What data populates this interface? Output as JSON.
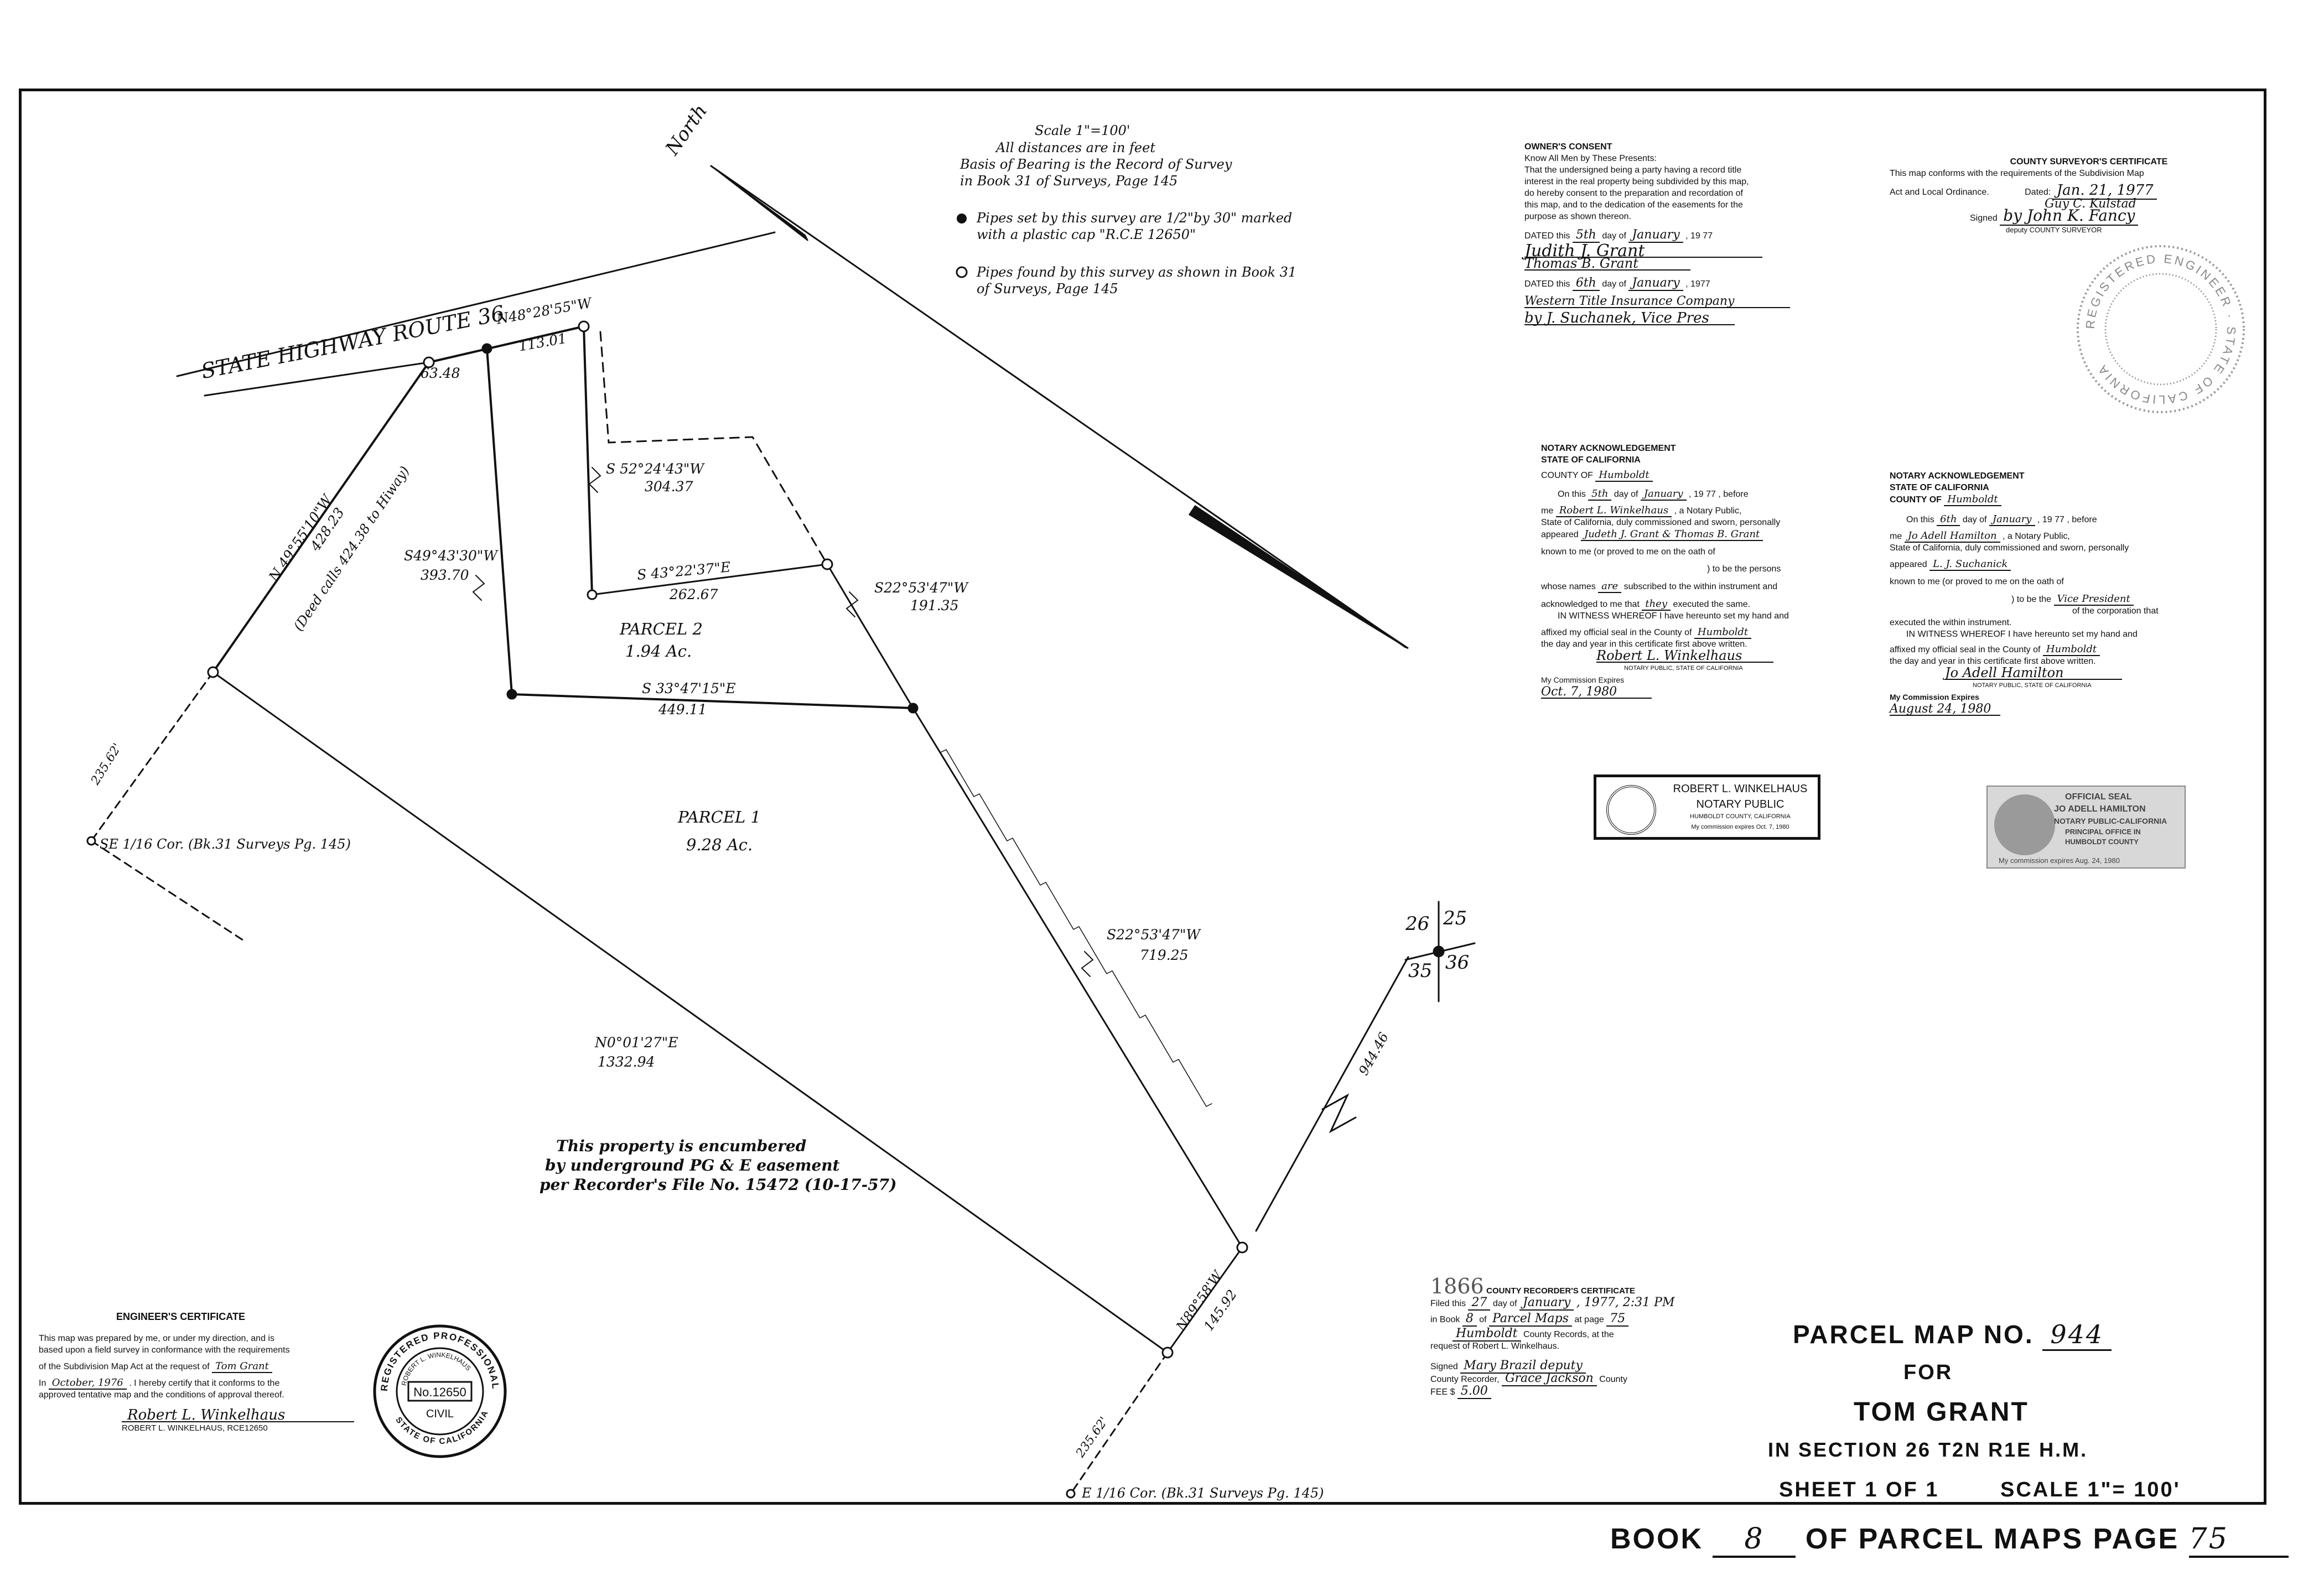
{
  "notes": {
    "scale": "Scale 1\"=100'",
    "distances": "All distances are in feet",
    "basis1": "Basis of Bearing is the Record of Survey",
    "basis2": "in Book 31 of Surveys, Page 145",
    "pipes_set1": "Pipes set by this survey are 1/2\"by 30\" marked",
    "pipes_set2": "with a plastic cap \"R.C.E 12650\"",
    "pipes_found1": "Pipes found by this survey as shown in Book 31",
    "pipes_found2": "of Surveys, Page 145",
    "north": "North"
  },
  "map": {
    "highway": "STATE HIGHWAY ROUTE 36",
    "b_n48": "N48°28'55\"W",
    "d_11301": "113.01",
    "d_6348": "63.48",
    "b_n4955": "N 49°55'10\"W",
    "d_42823": "428.23",
    "deed_calls": "(Deed calls 424.38 to Hiway)",
    "b_s5224": "S 52°24'43\"W",
    "d_30437": "304.37",
    "b_s4943": "S49°43'30\"W",
    "d_39370": "393.70",
    "b_s4322": "S 43°22'37\"E",
    "d_26267": "262.67",
    "b_s2253a": "S22°53'47\"W",
    "d_19135": "191.35",
    "parcel2_name": "PARCEL 2",
    "parcel2_area": "1.94 Ac.",
    "b_s3347": "S 33°47'15\"E",
    "d_44911": "449.11",
    "parcel1_name": "PARCEL 1",
    "parcel1_area": "9.28 Ac.",
    "d_23562a": "235.62'",
    "se_corner": "SE 1/16 Cor. (Bk.31 Surveys Pg. 145)",
    "b_s2253b": "S22°53'47\"W",
    "d_71925": "719.25",
    "b_n0001": "N0°01'27\"E",
    "d_133294": "1332.94",
    "sec_26a": "26",
    "sec_25": "25",
    "sec_35": "35",
    "sec_36": "36",
    "d_94446": "944.46",
    "easement1": "This property is encumbered",
    "easement2": "by underground PG & E easement",
    "easement3": "per Recorder's File No. 15472 (10-17-57)",
    "b_n8958": "N89°58'W",
    "d_14592": "145.92",
    "d_23562b": "235.62'",
    "e_corner": "E 1/16 Cor. (Bk.31 Surveys Pg. 145)"
  },
  "owners": {
    "heading": "OWNER'S CONSENT",
    "l1": "Know All Men by These Presents:",
    "l2": "That the undersigned being a party having a record title",
    "l3": "interest in the real property being subdivided by this map,",
    "l4": "do hereby consent to the preparation and recordation of",
    "l5": "this map, and to the dedication of the easements for the",
    "l6": "purpose as shown thereon.",
    "dated_prefix": "DATED this",
    "day": "5th",
    "day_of": "day of",
    "month": "January",
    "year": ", 19 77",
    "sig1": "Judith J. Grant",
    "sig2": "Thomas B. Grant",
    "dated2_prefix": "DATED this",
    "day2": "6th",
    "month2": "January",
    "year2": ", 1977",
    "company": "Western Title Insurance Company",
    "by": "by J. Suchanek, Vice Pres"
  },
  "county_surveyor": {
    "heading": "COUNTY SURVEYOR'S CERTIFICATE",
    "l1": "This map conforms with the requirements of the Subdivision Map",
    "l2": "Act and Local Ordinance.",
    "dated": "Dated:",
    "date": "Jan. 21, 1977",
    "name": "Guy C. Kulstad",
    "signed": "Signed",
    "sig": "by John K. Fancy",
    "title": "deputy COUNTY SURVEYOR",
    "seal": "REGISTERED ENGINEER · STATE OF CALIFORNIA"
  },
  "notary1": {
    "heading": "NOTARY ACKNOWLEDGEMENT",
    "state": "STATE OF CALIFORNIA",
    "county": "COUNTY OF",
    "county_val": "Humboldt",
    "on_this": "On this",
    "day": "5th",
    "day_of": "day of",
    "month": "January",
    "year": ", 19 77 , before",
    "me": "me",
    "name": "Robert L. Winkelhaus",
    "np": ", a Notary Public,",
    "l_state": "State of California, duly commissioned and sworn, personally",
    "appeared": "appeared",
    "appeared_val": "Judeth J. Grant & Thomas B. Grant",
    "known": "known to me (or proved to me on the oath of",
    "tobe": ") to be the persons",
    "whose": "whose names",
    "are": "are",
    "subscribed": "subscribed to the within instrument and",
    "ack": "acknowledged to me that",
    "they": "they",
    "executed": "executed the same.",
    "witness": "IN WITNESS WHEREOF I have hereunto set my hand and",
    "affixed": "affixed my official seal in the County of",
    "affixed_val": "Humboldt",
    "dayyear": "the day and year in this certificate first above written.",
    "sig": "Robert L. Winkelhaus",
    "np_state": "NOTARY PUBLIC, STATE OF CALIFORNIA",
    "expires": "My Commission Expires",
    "exp_val": "Oct. 7, 1980",
    "stamp_name": "ROBERT L. WINKELHAUS",
    "stamp_title": "NOTARY PUBLIC",
    "stamp_county": "HUMBOLDT COUNTY, CALIFORNIA",
    "stamp_exp": "My commission expires Oct. 7, 1980"
  },
  "notary2": {
    "heading": "NOTARY ACKNOWLEDGEMENT",
    "state": "STATE OF CALIFORNIA",
    "county": "COUNTY OF",
    "county_val": "Humboldt",
    "on_this": "On this",
    "day": "6th",
    "day_of": "day of",
    "month": "January",
    "year": ", 19 77 , before",
    "me": "me",
    "name": "Jo Adell Hamilton",
    "np": ", a Notary Public,",
    "l_state": "State of California, duly commissioned and sworn, personally",
    "appeared": "appeared",
    "appeared_val": "L. J. Suchanick",
    "known": "known to me (or proved to me on the oath of",
    "tobe": ") to be the",
    "tobe_val": "Vice President",
    "corp": "of the corporation that",
    "executed": "executed the within instrument.",
    "witness": "IN WITNESS WHEREOF I have hereunto set my hand and",
    "affixed": "affixed my official seal in the County of",
    "affixed_val": "Humboldt",
    "dayyear": "the day and year in this certificate first above written.",
    "sig": "Jo Adell Hamilton",
    "np_state": "NOTARY PUBLIC, STATE OF CALIFORNIA",
    "expires": "My Commission Expires",
    "exp_val": "August 24, 1980",
    "seal1": "OFFICIAL SEAL",
    "seal2": "JO ADELL HAMILTON",
    "seal3": "NOTARY PUBLIC-CALIFORNIA",
    "seal4": "PRINCIPAL OFFICE IN",
    "seal5": "HUMBOLDT COUNTY",
    "seal6": "My commission expires Aug. 24, 1980"
  },
  "engineer": {
    "heading": "ENGINEER'S CERTIFICATE",
    "l1": "This map was prepared by me, or under my direction, and is",
    "l2": "based upon a field survey in conformance with the requirements",
    "l3a": "of the Subdivision Map Act at the request of",
    "l3v": "Tom Grant",
    "l4a": "In",
    "l4v": "October, 1976",
    "l4b": ". I hereby certify that it conforms to the",
    "l5": "approved tentative map and the conditions of approval thereof.",
    "sig": "Robert L. Winkelhaus",
    "name": "ROBERT L. WINKELHAUS, RCE12650",
    "seal_outer": "REGISTERED PROFESSIONAL ENGINEER",
    "seal_name": "ROBERT L. WINKELHAUS",
    "seal_no": "No.12650",
    "seal_civil": "CIVIL",
    "seal_state": "STATE OF CALIFORNIA"
  },
  "recorder": {
    "number": "1866",
    "heading": "COUNTY RECORDER'S CERTIFICATE",
    "filed": "Filed this",
    "day": "27",
    "day_of": "day of",
    "month": "January",
    "year": ", 1977, 2:31 PM",
    "inbook": "in Book",
    "book": "8",
    "of": "of",
    "maps": "Parcel Maps",
    "atpage": "at page",
    "page": "75",
    "county_val": "Humboldt",
    "county_rec": "County Records, at the",
    "request": "request of Robert L. Winkelhaus.",
    "signed": "Signed",
    "sig1": "Mary Brazil deputy",
    "county_recorder": "County Recorder,",
    "sig2": "Grace Jackson",
    "county": "County",
    "fee": "FEE $",
    "fee_val": "5.00"
  },
  "title": {
    "parcel_map": "PARCEL MAP NO.",
    "no": "944",
    "for": "FOR",
    "name": "TOM GRANT",
    "section": "IN SECTION 26 T2N R1E H.M.",
    "sheet": "SHEET 1 OF 1",
    "scale": "SCALE 1\"= 100'"
  },
  "footer": {
    "book": "BOOK",
    "book_val": "8",
    "of_pm": "OF PARCEL MAPS PAGE",
    "page_val": "75"
  }
}
